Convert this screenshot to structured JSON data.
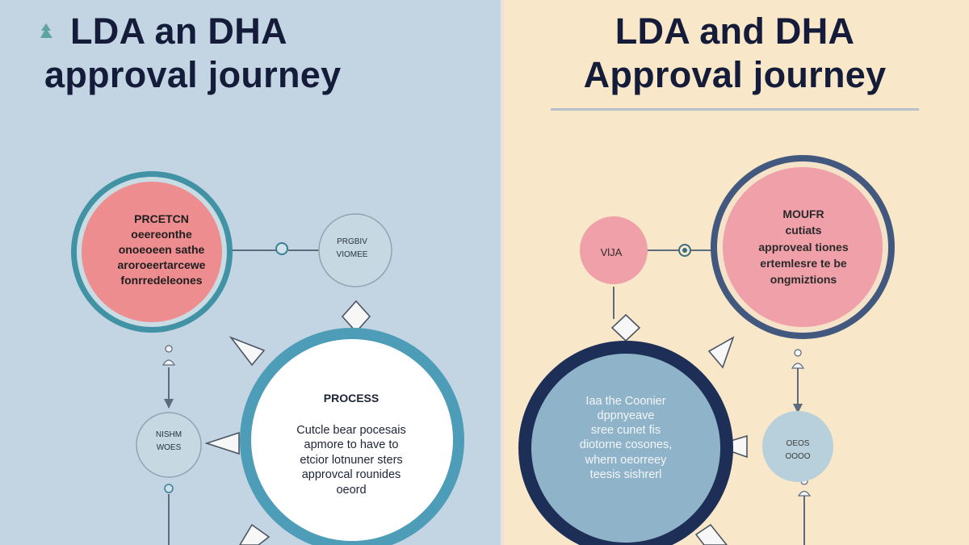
{
  "left_panel": {
    "title_line1": "LDA an DHA",
    "title_line2": "approval journey",
    "top_node": {
      "title": "PRCETCN",
      "lines": [
        "oeereonthe",
        "onoeoeen sathe",
        "aroroeertarcewe",
        "fonrredeleones"
      ],
      "color": "#ee8d8f",
      "ring_color": "#3f8fa3"
    },
    "small_node": {
      "lines": [
        "PRGBIV",
        "VIOMEE"
      ]
    },
    "process_node": {
      "title": "PROCESS",
      "lines": [
        "Cutcle bear pocesais",
        "apmore to have to",
        "etcior lotnuner sters",
        "approvcal rounides",
        "oeord"
      ],
      "ring_color": "#4e9db8"
    },
    "side_node": {
      "lines": [
        "NISHM",
        "WOES"
      ]
    }
  },
  "right_panel": {
    "title_line1": "LDA and DHA",
    "title_line2": "Approval journey",
    "small_node": {
      "label": "VlJA",
      "color": "#f0a0a8"
    },
    "top_node": {
      "title": "MOUFR",
      "lines": [
        "cutiats",
        "approveal tiones",
        "ertemlesre te be",
        "ongmiztions"
      ],
      "color": "#f0a0a8",
      "ring_color": "#42587f"
    },
    "center_node": {
      "lines": [
        "Iaa the Coonier",
        "dppnyeave",
        "sree cunet fis",
        "diotorne cosones,",
        "whern oeorreey",
        "teesis sishrerl"
      ],
      "color": "#1d2e57"
    },
    "side_node": {
      "lines": [
        "OEOS",
        "OOOO"
      ]
    }
  }
}
